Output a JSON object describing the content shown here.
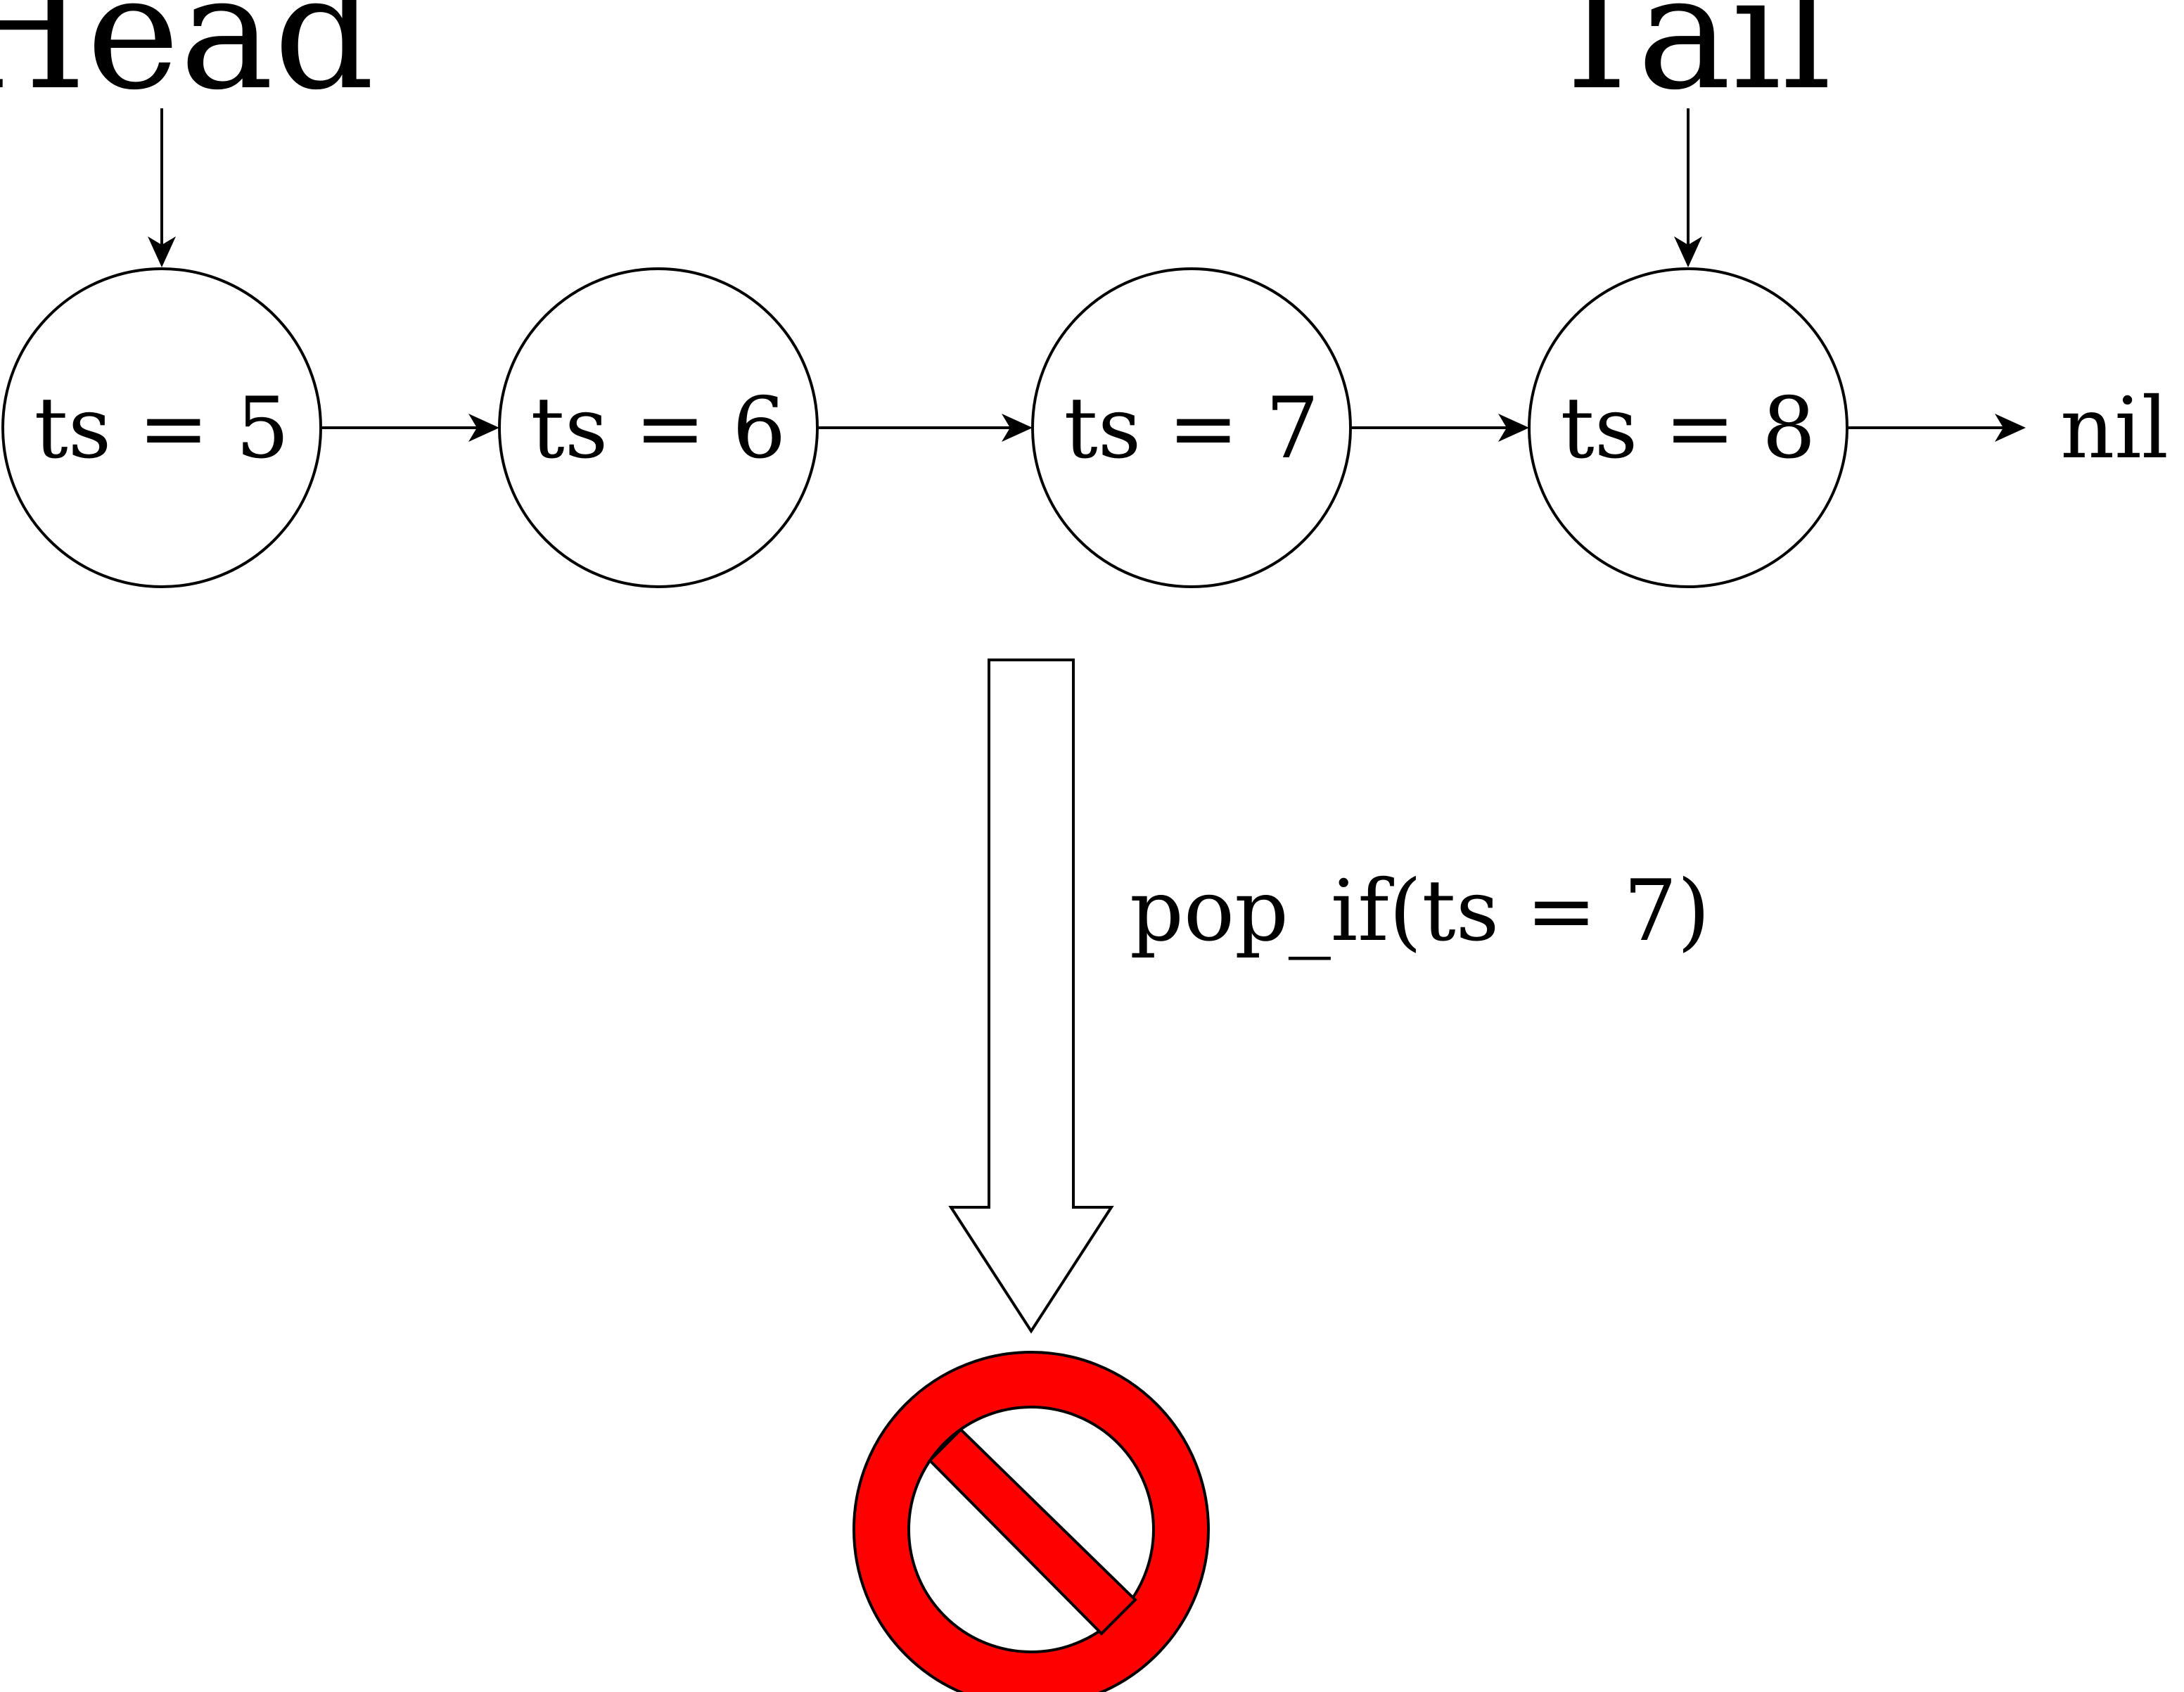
{
  "pointers": {
    "head": "Head",
    "tail": "Tail"
  },
  "nodes": [
    {
      "label": "ts = 5"
    },
    {
      "label": "ts = 6"
    },
    {
      "label": "ts = 7"
    },
    {
      "label": "ts = 8"
    }
  ],
  "terminator": "nil",
  "operation": "pop_if(ts = 7)",
  "result": {
    "icon": "prohibited-icon",
    "color": "#ff0000"
  }
}
